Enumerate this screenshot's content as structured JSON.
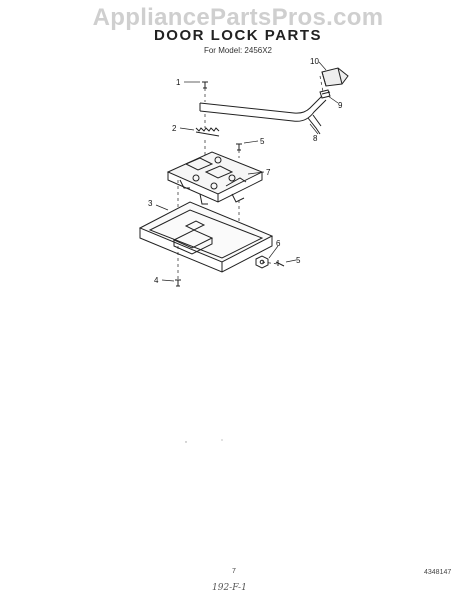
{
  "watermark": "AppliancePartsPros.com",
  "title": "DOOR LOCK PARTS",
  "subtitle": "For Model: 2456X2",
  "callouts": {
    "c1": "1",
    "c2": "2",
    "c3": "3",
    "c4": "4",
    "c5a": "5",
    "c5b": "5",
    "c6": "6",
    "c7": "7",
    "c8": "8",
    "c9": "9",
    "c10": "10"
  },
  "footer": {
    "page_number": "7",
    "document_number": "4348147",
    "handwritten_note": "192-F-1"
  }
}
